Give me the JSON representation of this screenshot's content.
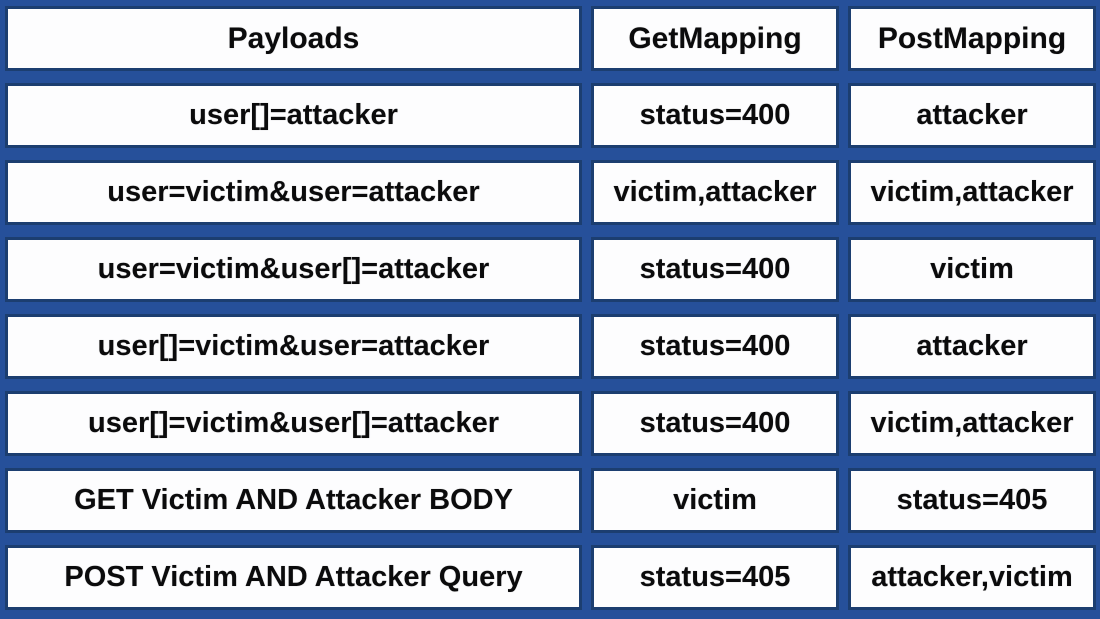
{
  "chart_data": {
    "type": "table",
    "title": "",
    "columns": [
      "Payloads",
      "GetMapping",
      "PostMapping"
    ],
    "rows": [
      [
        "user[]=attacker",
        "status=400",
        "attacker"
      ],
      [
        "user=victim&user=attacker",
        "victim,attacker",
        "victim,attacker"
      ],
      [
        "user=victim&user[]=attacker",
        "status=400",
        "victim"
      ],
      [
        "user[]=victim&user=attacker",
        "status=400",
        "attacker"
      ],
      [
        "user[]=victim&user[]=attacker",
        "status=400",
        "victim,attacker"
      ],
      [
        "GET Victim AND Attacker BODY",
        "victim",
        "status=405"
      ],
      [
        "POST Victim AND Attacker Query",
        "status=405",
        "attacker,victim"
      ]
    ],
    "layout": {
      "grid": "3 columns x 8 rows including header",
      "legend": "none",
      "header_row": true
    }
  },
  "colors": {
    "background": "#26509A",
    "cell_border": "#1C3E70",
    "cell_background": "#FDFDFE",
    "text": "#0B0B0C"
  }
}
